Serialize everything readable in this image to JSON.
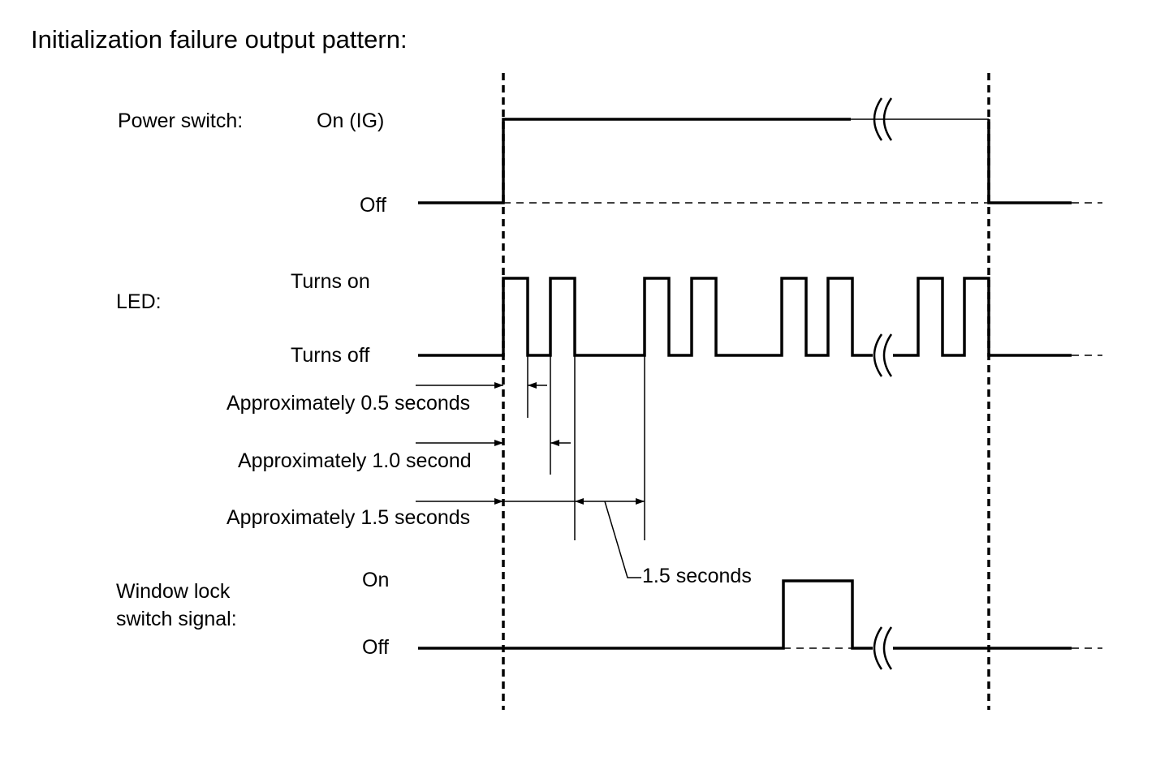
{
  "title": "Initialization failure output pattern:",
  "signals": {
    "power": {
      "name": "Power switch:",
      "high": "On (IG)",
      "low": "Off"
    },
    "led": {
      "name": "LED:",
      "high": "Turns on",
      "low": "Turns off"
    },
    "window_lock": {
      "name_line1": "Window lock",
      "name_line2": "switch signal:",
      "high": "On",
      "low": "Off"
    }
  },
  "timing": {
    "t1": "Approximately 0.5 seconds",
    "t2": "Approximately 1.0 second",
    "t3": "Approximately 1.5 seconds",
    "gap": "1.5 seconds"
  }
}
